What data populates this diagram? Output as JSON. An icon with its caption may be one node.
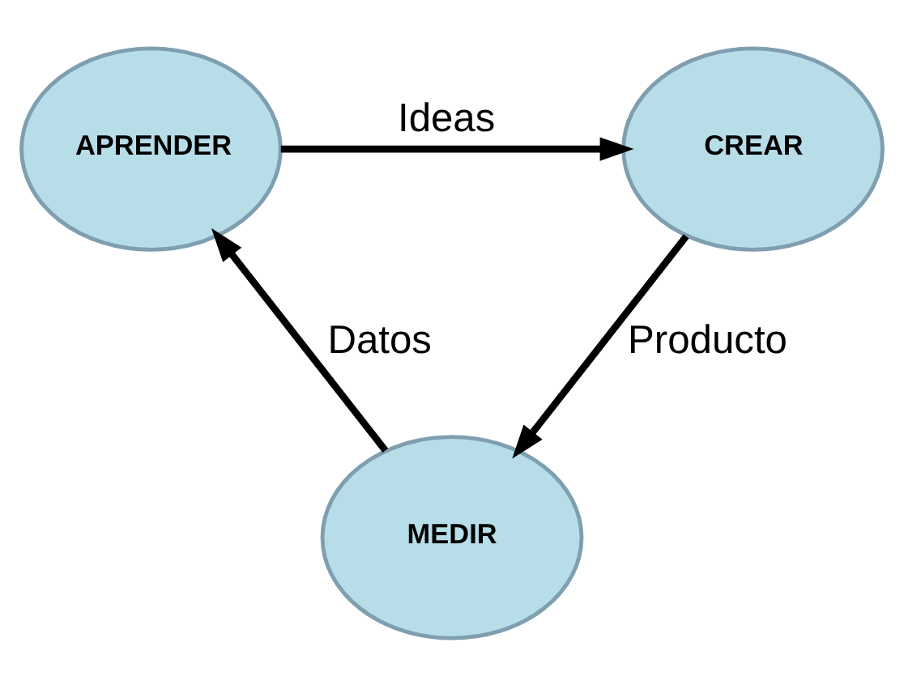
{
  "diagram": {
    "nodes": [
      {
        "text": [
          "APRENDER"
        ]
      },
      {
        "text": [
          "CREAR"
        ]
      },
      {
        "text": [
          "MEDIR"
        ]
      }
    ],
    "edges": [
      {
        "from": 0,
        "to": 1,
        "arrow": "to",
        "label": "Ideas"
      },
      {
        "from": 1,
        "to": 2,
        "arrow": "to",
        "label": "Producto"
      },
      {
        "from": 2,
        "to": 0,
        "arrow": "to",
        "label": "Datos"
      }
    ]
  }
}
